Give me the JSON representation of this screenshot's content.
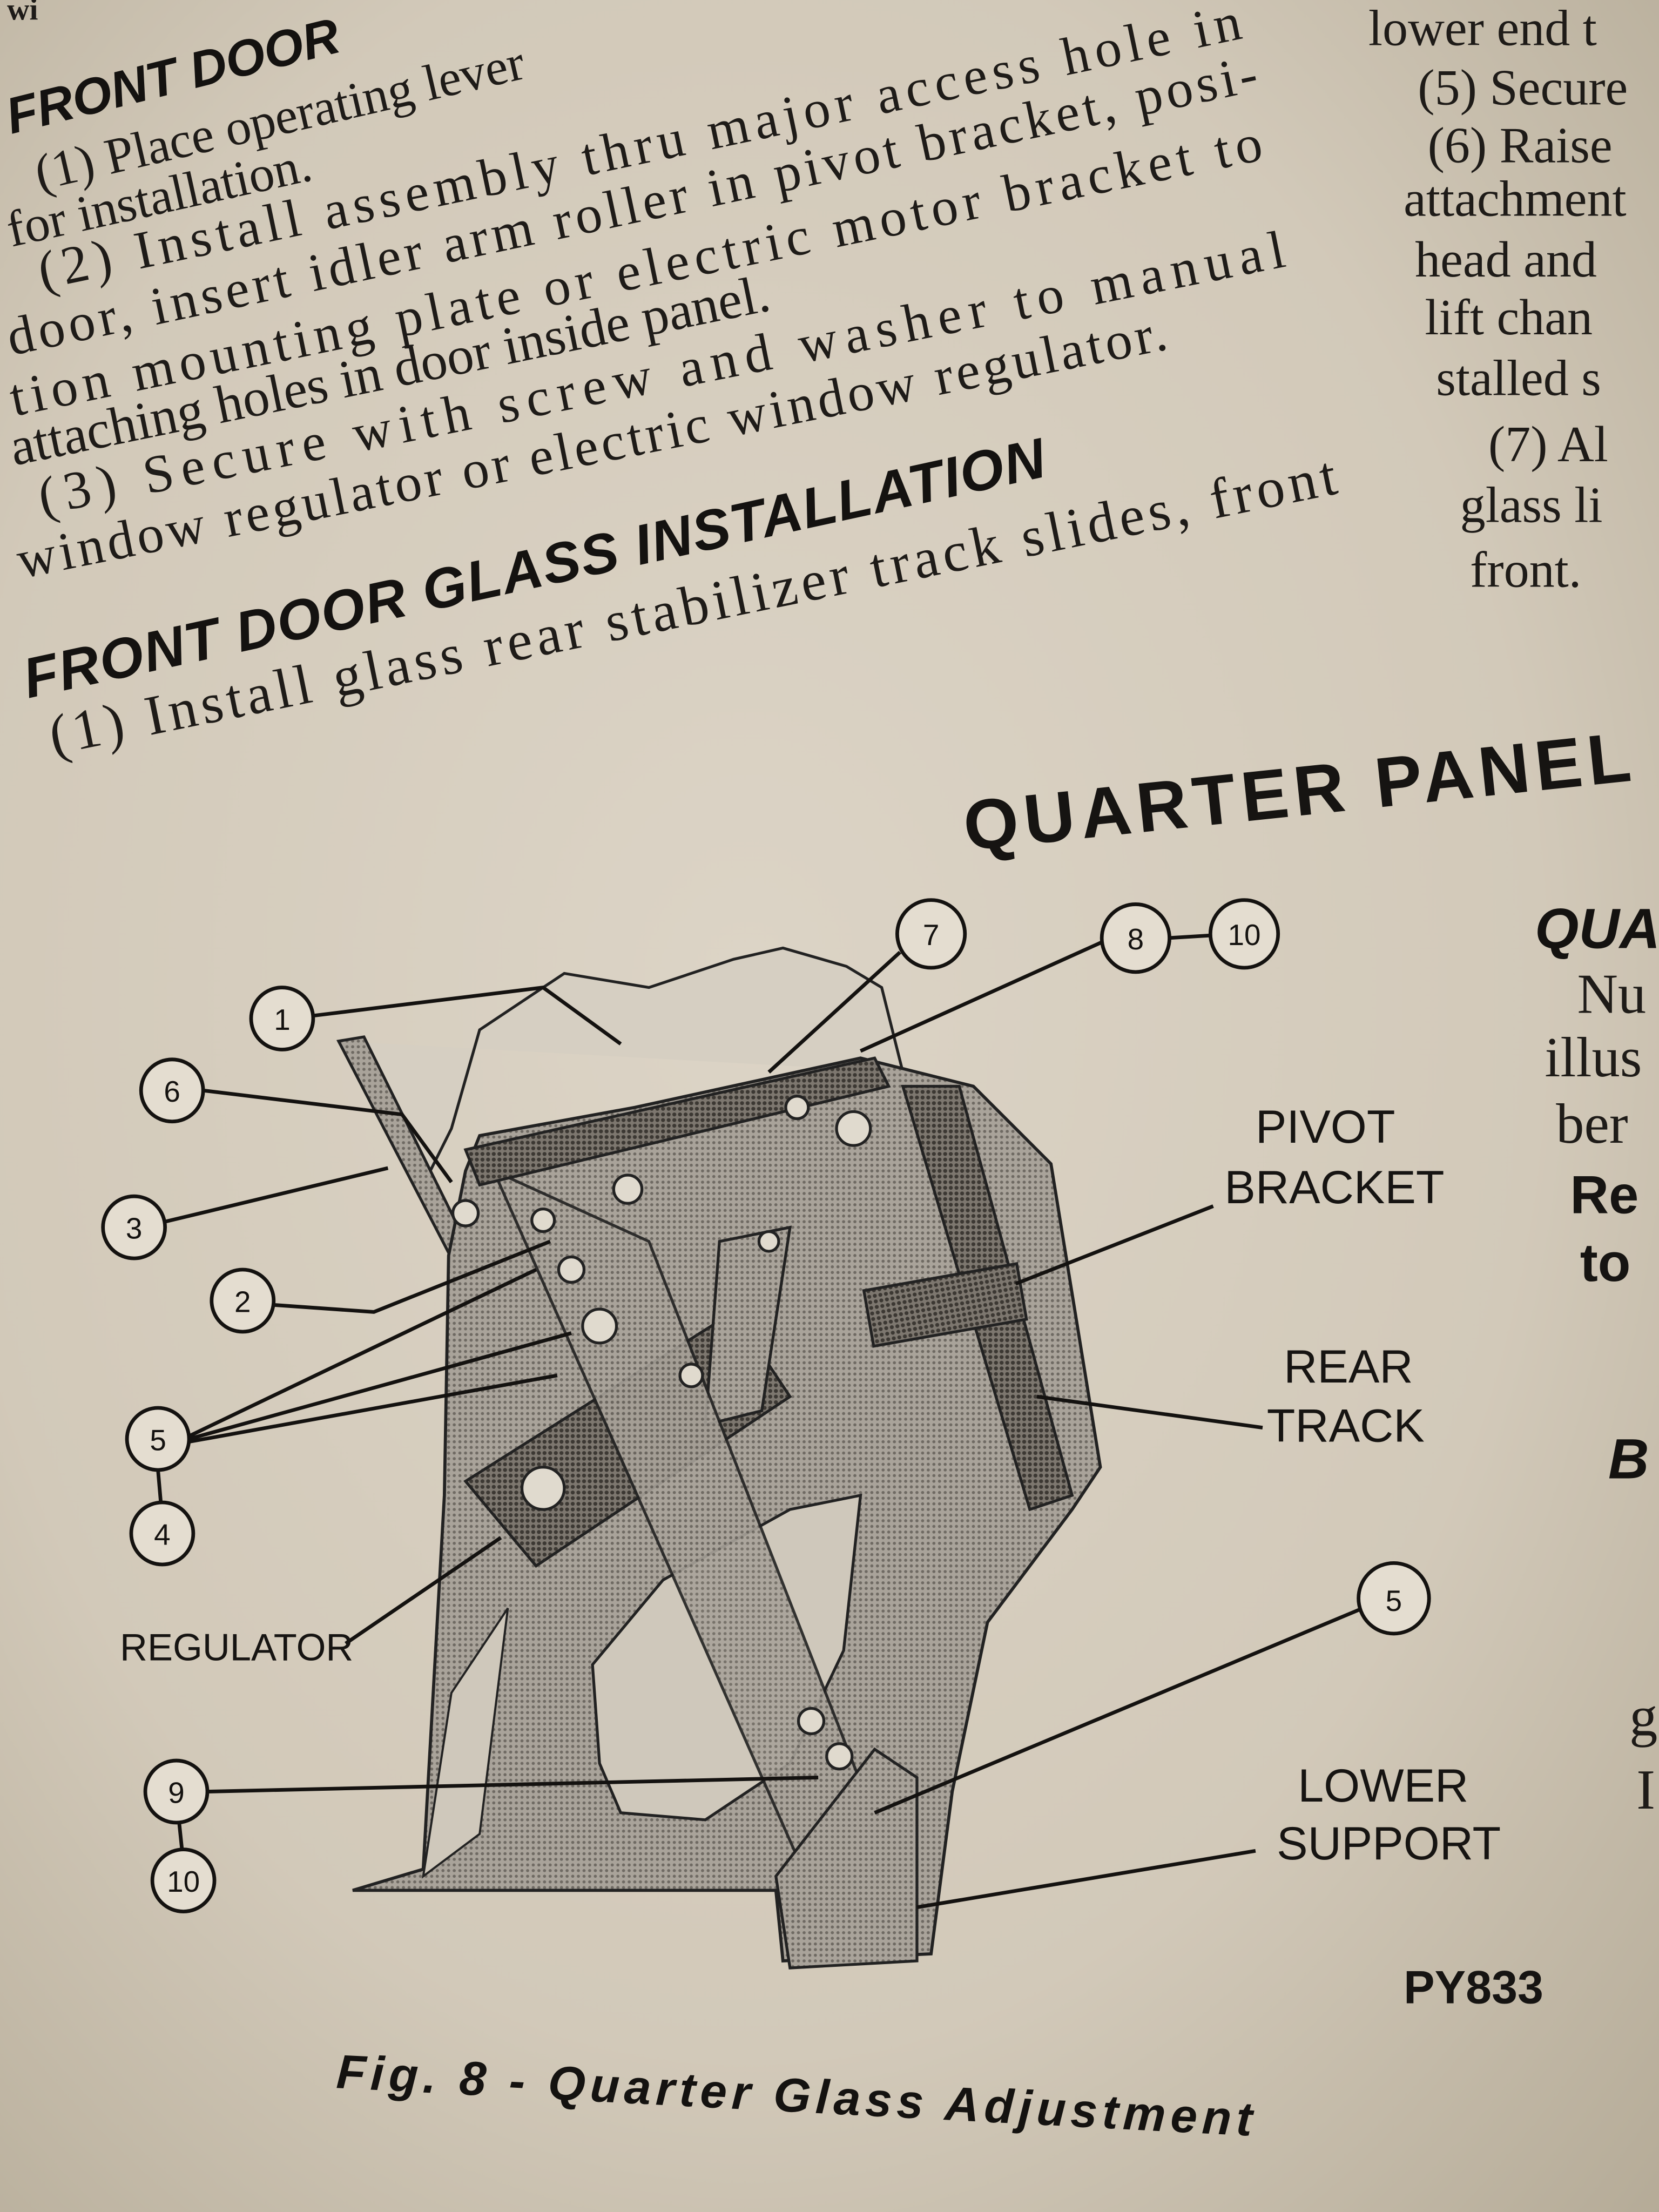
{
  "left_column": {
    "fragment_top": "wi",
    "section_heading_1": "FRONT DOOR",
    "lines": [
      "(1) Place operating lever",
      "for installation.",
      "(2) Install assembly thru major access hole in",
      "door, insert idler arm roller in pivot bracket, posi-",
      "tion mounting plate or electric motor bracket to",
      "attaching holes in door inside panel.",
      "(3) Secure with screw and washer to manual",
      "window regulator or electric window regulator."
    ],
    "section_heading_2": "FRONT DOOR GLASS INSTALLATION",
    "line_after_heading": "(1) Install glass rear stabilizer track slides, front"
  },
  "right_column": {
    "lines": [
      "lower end t",
      "(5) Secure",
      "(6) Raise",
      "attachment",
      "head and",
      "lift chan",
      "stalled s",
      "(7) Al",
      "glass li",
      "front."
    ],
    "fragments": {
      "qua": "QUA",
      "nu": "Nu",
      "illus": "illus",
      "ber": "ber",
      "re": "Re",
      "to": "to",
      "b": "B",
      "g": "g",
      "i": "I"
    }
  },
  "chapter_heading": "QUARTER PANEL",
  "figure": {
    "callouts": [
      "1",
      "6",
      "3",
      "2",
      "5",
      "4",
      "9",
      "10",
      "7",
      "8",
      "10",
      "5"
    ],
    "labels": {
      "pivot": "PIVOT",
      "bracket": "BRACKET",
      "rear": "REAR",
      "track": "TRACK",
      "regulator": "REGULATOR",
      "lower": "LOWER",
      "support": "SUPPORT",
      "code": "PY833"
    },
    "caption": "Fig. 8 - Quarter Glass Adjustment"
  }
}
